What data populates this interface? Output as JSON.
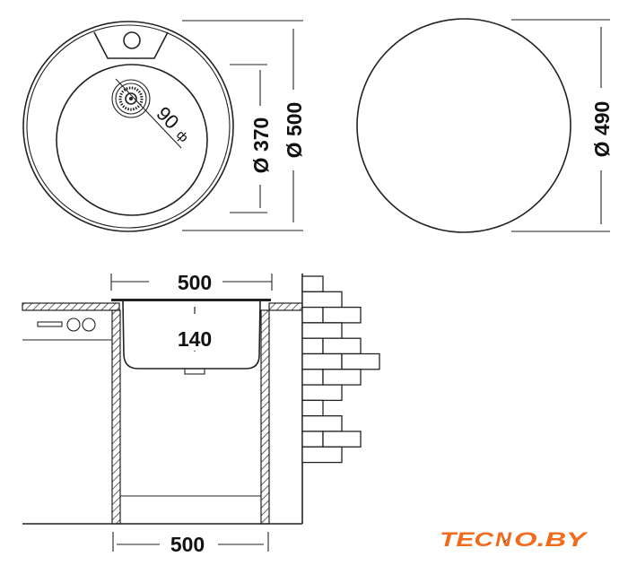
{
  "drawing": {
    "top_view": {
      "outer_diameter_label": "Ø 500",
      "bowl_diameter_label": "Ø 370",
      "drain_label": "90",
      "drain_symbol": "ф"
    },
    "cutout_view": {
      "cutout_diameter_label": "Ø 490"
    },
    "section_view": {
      "top_width_label": "500",
      "depth_label": "140",
      "cabinet_width_label": "500"
    }
  },
  "logo": {
    "text_left": "TEC",
    "text_right": "O.BY",
    "letter_n": "N",
    "color": "#f26a1b"
  }
}
